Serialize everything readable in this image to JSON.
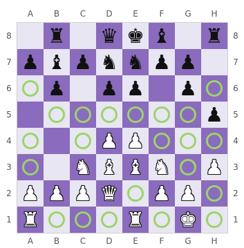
{
  "board": {
    "files": [
      "A",
      "B",
      "C",
      "D",
      "E",
      "F",
      "G",
      "H"
    ],
    "ranks": [
      "8",
      "7",
      "6",
      "5",
      "4",
      "3",
      "2",
      "1"
    ],
    "colors": {
      "light": "#e8e6f2",
      "dark": "#8a6bbd",
      "hint": "#9cd46a"
    },
    "position": [
      [
        "",
        "bR",
        "",
        "bQ",
        "bK",
        "bB",
        "",
        "bR"
      ],
      [
        "bP",
        "bB",
        "bP",
        "bN",
        "bN",
        "bP",
        "bP",
        ""
      ],
      [
        "",
        "bP",
        "",
        "bP",
        "bP",
        "",
        "bP",
        ""
      ],
      [
        "",
        "",
        "",
        "",
        "",
        "",
        "",
        "bP"
      ],
      [
        "",
        "",
        "",
        "wP",
        "wP",
        "",
        "",
        ""
      ],
      [
        "",
        "",
        "wN",
        "wB",
        "wB",
        "wN",
        "",
        "wP"
      ],
      [
        "wP",
        "wP",
        "wP",
        "wQ",
        "",
        "wP",
        "wP",
        ""
      ],
      [
        "wR",
        "",
        "",
        "",
        "wR",
        "",
        "wK",
        ""
      ]
    ],
    "move_hints": [
      "a6",
      "h6",
      "b5",
      "c5",
      "d5",
      "e5",
      "f5",
      "g5",
      "a4",
      "c4",
      "f4",
      "g4",
      "h4",
      "a3",
      "g3",
      "e2",
      "h2",
      "b1",
      "c1",
      "d1",
      "f1",
      "h1"
    ]
  },
  "piece_glyphs": {
    "K": "♚",
    "Q": "♛",
    "R": "♜",
    "B": "♝",
    "N": "♞",
    "P": "♟"
  }
}
